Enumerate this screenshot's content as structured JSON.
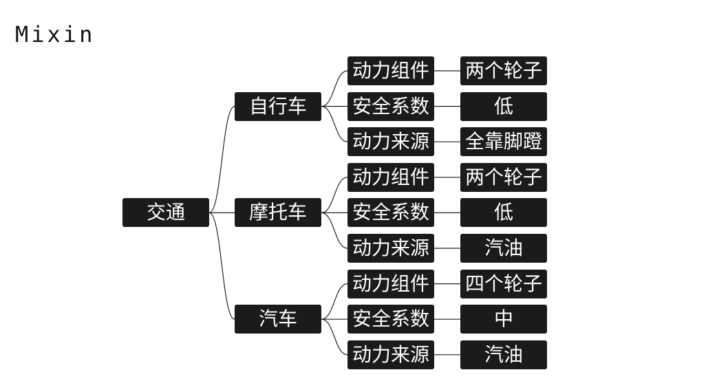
{
  "title": "Mixin",
  "tree": {
    "label": "交通",
    "children": [
      {
        "label": "自行车",
        "properties": [
          {
            "name": "动力组件",
            "value": "两个轮子"
          },
          {
            "name": "安全系数",
            "value": "低"
          },
          {
            "name": "动力来源",
            "value": "全靠脚蹬"
          }
        ]
      },
      {
        "label": "摩托车",
        "properties": [
          {
            "name": "动力组件",
            "value": "两个轮子"
          },
          {
            "name": "安全系数",
            "value": "低"
          },
          {
            "name": "动力来源",
            "value": "汽油"
          }
        ]
      },
      {
        "label": "汽车",
        "properties": [
          {
            "name": "动力组件",
            "value": "四个轮子"
          },
          {
            "name": "安全系数",
            "value": "中"
          },
          {
            "name": "动力来源",
            "value": "汽油"
          }
        ]
      }
    ]
  },
  "colors": {
    "node_fill": "#1b1b1b",
    "node_text": "#ffffff",
    "link": "#222222",
    "background": "#ffffff"
  }
}
